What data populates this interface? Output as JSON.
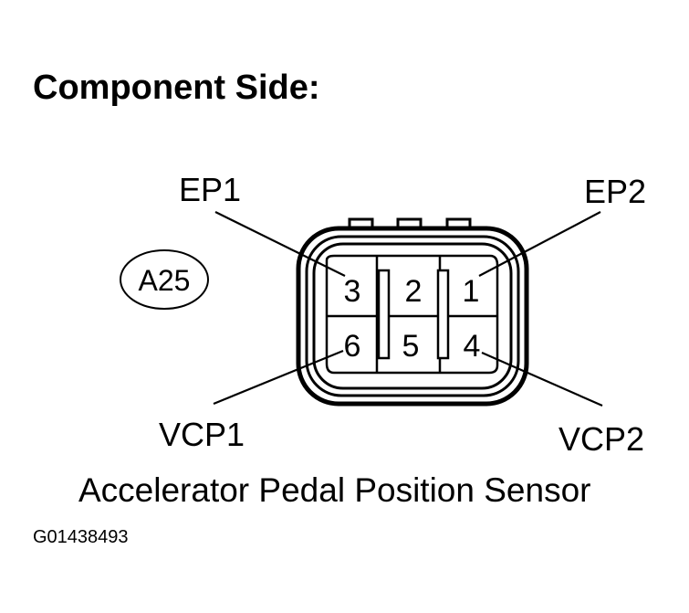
{
  "title": "Component Side:",
  "connector": {
    "id": "A25",
    "pins": [
      "3",
      "2",
      "1",
      "6",
      "5",
      "4"
    ]
  },
  "terminals": {
    "ep1": "EP1",
    "ep2": "EP2",
    "vcp1": "VCP1",
    "vcp2": "VCP2"
  },
  "caption": "Accelerator Pedal Position Sensor",
  "figure_code": "G01438493"
}
